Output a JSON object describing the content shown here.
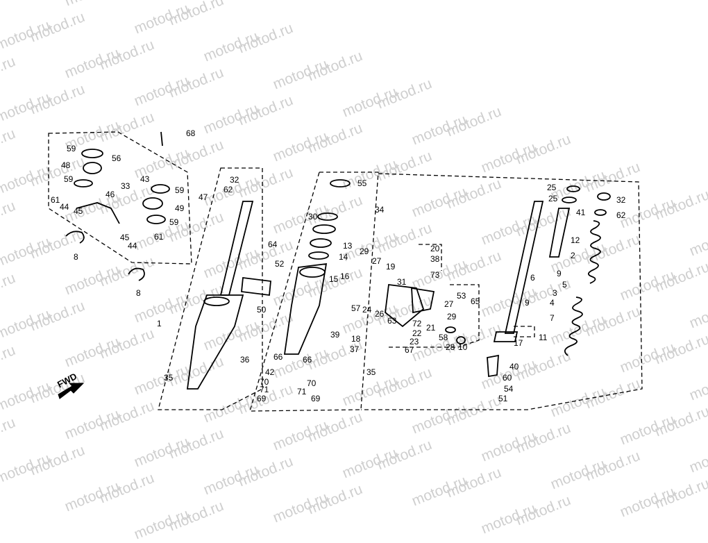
{
  "watermark_text": "motod.ru",
  "fwd_label": "FWD",
  "callouts": {
    "c68": "68",
    "c59a": "59",
    "c56": "56",
    "c48": "48",
    "c33": "33",
    "c43": "43",
    "c59b": "59",
    "c61a": "61",
    "c46": "46",
    "c44a": "44",
    "c45a": "45",
    "c59c": "59",
    "c47": "47",
    "c49": "49",
    "c59d": "59",
    "c45b": "45",
    "c44b": "44",
    "c61b": "61",
    "c8a": "8",
    "c8b": "8",
    "c1": "1",
    "c32a": "32",
    "c62a": "62",
    "c35a": "35",
    "c55": "55",
    "c34": "34",
    "c30": "30",
    "c64": "64",
    "c13": "13",
    "c14": "14",
    "c52": "52",
    "c50": "50",
    "c15": "15",
    "c16": "16",
    "c29a": "29",
    "c27a": "27",
    "c19": "19",
    "c31": "31",
    "c57": "57",
    "c24": "24",
    "c26": "26",
    "c63": "63",
    "c39": "39",
    "c18": "18",
    "c37": "37",
    "c36": "36",
    "c66a": "66",
    "c66b": "66",
    "c42": "42",
    "c70a": "70",
    "c70b": "70",
    "c71a": "71",
    "c71b": "71",
    "c69a": "69",
    "c69b": "69",
    "c35b": "35",
    "c20": "20",
    "c38": "38",
    "c73": "73",
    "c53": "53",
    "c65": "65",
    "c27b": "27",
    "c29b": "29",
    "c72": "72",
    "c21": "21",
    "c22": "22",
    "c23": "23",
    "c67": "67",
    "c58": "58",
    "c28": "28",
    "c10": "10",
    "c25a": "25",
    "c25b": "25",
    "c32b": "32",
    "c62b": "62",
    "c41": "41",
    "c12": "12",
    "c2": "2",
    "c6": "6",
    "c9a": "9",
    "c5": "5",
    "c3": "3",
    "c9b": "9",
    "c4": "4",
    "c7": "7",
    "c17": "17",
    "c11": "11",
    "c40": "40",
    "c60": "60",
    "c54": "54",
    "c51": "51"
  }
}
